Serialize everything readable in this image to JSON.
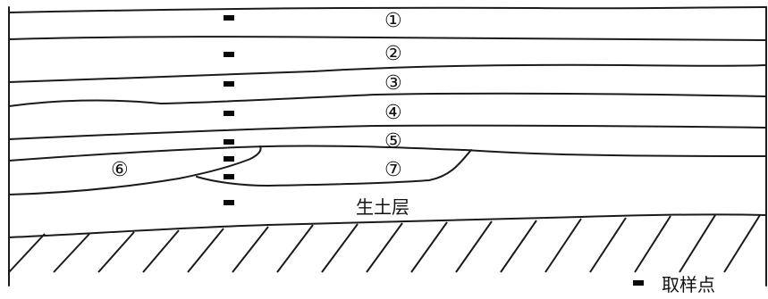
{
  "layers": [
    {
      "id": "layer-1",
      "label": "①"
    },
    {
      "id": "layer-2",
      "label": "②"
    },
    {
      "id": "layer-3",
      "label": "③"
    },
    {
      "id": "layer-4",
      "label": "④"
    },
    {
      "id": "layer-5",
      "label": "⑤"
    },
    {
      "id": "layer-6",
      "label": "⑥"
    },
    {
      "id": "layer-7",
      "label": "⑦"
    }
  ],
  "natural_soil": {
    "label": "生土层"
  },
  "legend": {
    "symbol": "sample-point-marker",
    "label": "取样点"
  },
  "sample_point_count": 8,
  "colors": {
    "line": "#1a1a1a",
    "marker": "#0a0a0a",
    "background": "#ffffff"
  }
}
